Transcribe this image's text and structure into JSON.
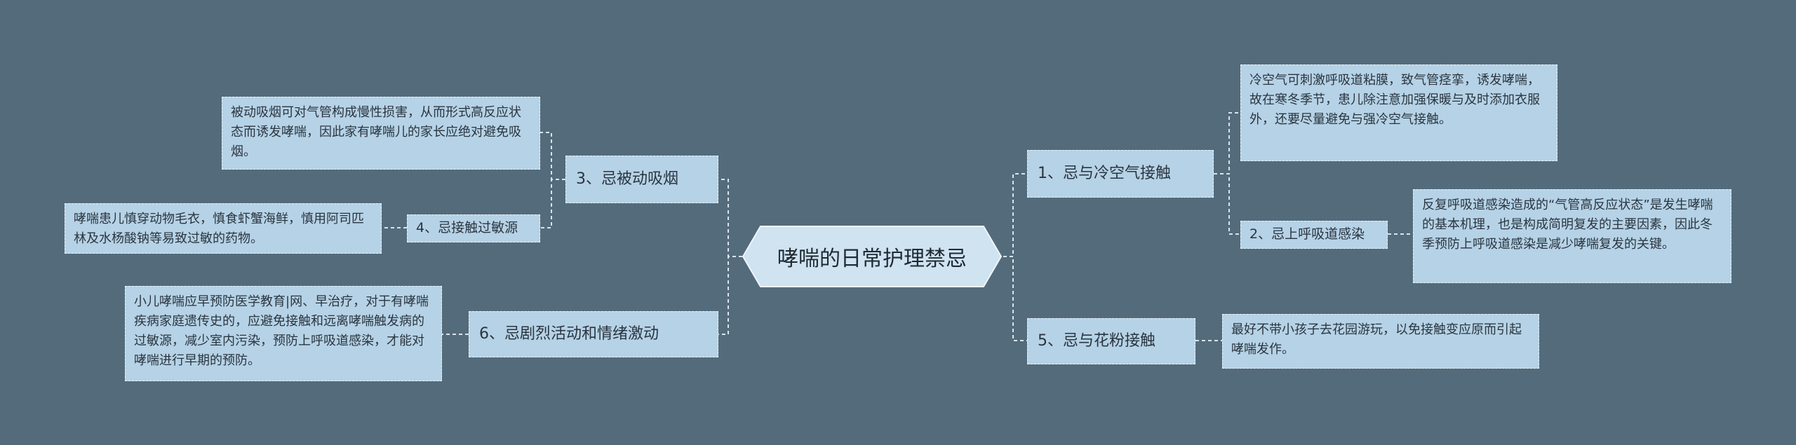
{
  "root": "哮喘的日常护理禁忌",
  "right": {
    "cold": {
      "label": "1、忌与冷空气接触",
      "leaf": "冷空气可刺激呼吸道粘膜，致气管痉挛，诱发哮喘，故在寒冬季节，患儿除注意加强保暖与及时添加衣服外，还要尽量避免与强冷空气接触。",
      "sub": {
        "label": "2、忌上呼吸道感染",
        "leaf": "反复呼吸道感染造成的“气管高反应状态”是发生哮喘的基本机理，也是构成简明复发的主要因素，因此冬季预防上呼吸道感染是减少哮喘复发的关键。"
      }
    },
    "pollen": {
      "label": "5、忌与花粉接触",
      "leaf": "最好不带小孩子去花园游玩，以免接触变应原而引起哮喘发作。"
    }
  },
  "left": {
    "smoke": {
      "label": "3、忌被动吸烟",
      "leaf": "被动吸烟可对气管构成慢性损害，从而形式高反应状态而诱发哮喘，因此家有哮喘儿的家长应绝对避免吸烟。",
      "sub": {
        "label": "4、忌接触过敏源",
        "leaf": "哮喘患儿慎穿动物毛衣，慎食虾蟹海鲜，慎用阿司匹林及水杨酸钠等易致过敏的药物。"
      }
    },
    "activity": {
      "label": "6、忌剧烈活动和情绪激动",
      "leaf": "小儿哮喘应早预防医学教育|网、早治疗，对于有哮喘疾病家庭遗传史的，应避免接触和远离哮喘触发病的过敏源，减少室内污染，预防上呼吸道感染，才能对哮喘进行早期的预防。"
    }
  }
}
